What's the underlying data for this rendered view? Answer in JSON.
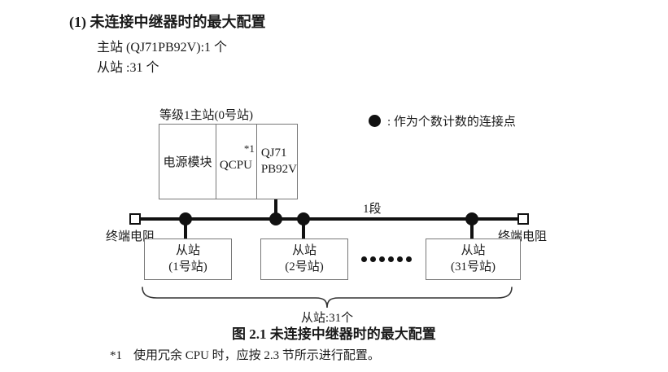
{
  "header": {
    "title": "(1) 未连接中继器时的最大配置",
    "master_line": "主站 (QJ71PB92V):1 个",
    "slave_line": "从站 :31 个"
  },
  "diagram": {
    "master_station_label": "等级1主站(0号站)",
    "modules": {
      "power": "电源模块",
      "cpu": "QCPU",
      "cpu_note": "*1",
      "network_line1": "QJ71",
      "network_line2": "PB92V"
    },
    "legend_text": ": 作为个数计数的连接点",
    "segment_label": "1段",
    "terminator_left_label": "终端电阻",
    "terminator_right_label": "终端电阻",
    "slaves": [
      {
        "name": "从站",
        "station": "(1号站)"
      },
      {
        "name": "从站",
        "station": "(2号站)"
      },
      {
        "name": "从站",
        "station": "(31号站)"
      }
    ],
    "slave_count_label": "从站:31个"
  },
  "caption": "图 2.1 未连接中继器时的最大配置",
  "footnote": {
    "marker": "*1",
    "text": "使用冗余 CPU 时，应按 2.3 节所示进行配置。"
  },
  "colors": {
    "text": "#1a1a1a",
    "line": "#111111",
    "box_border": "#777777",
    "background": "#ffffff"
  }
}
